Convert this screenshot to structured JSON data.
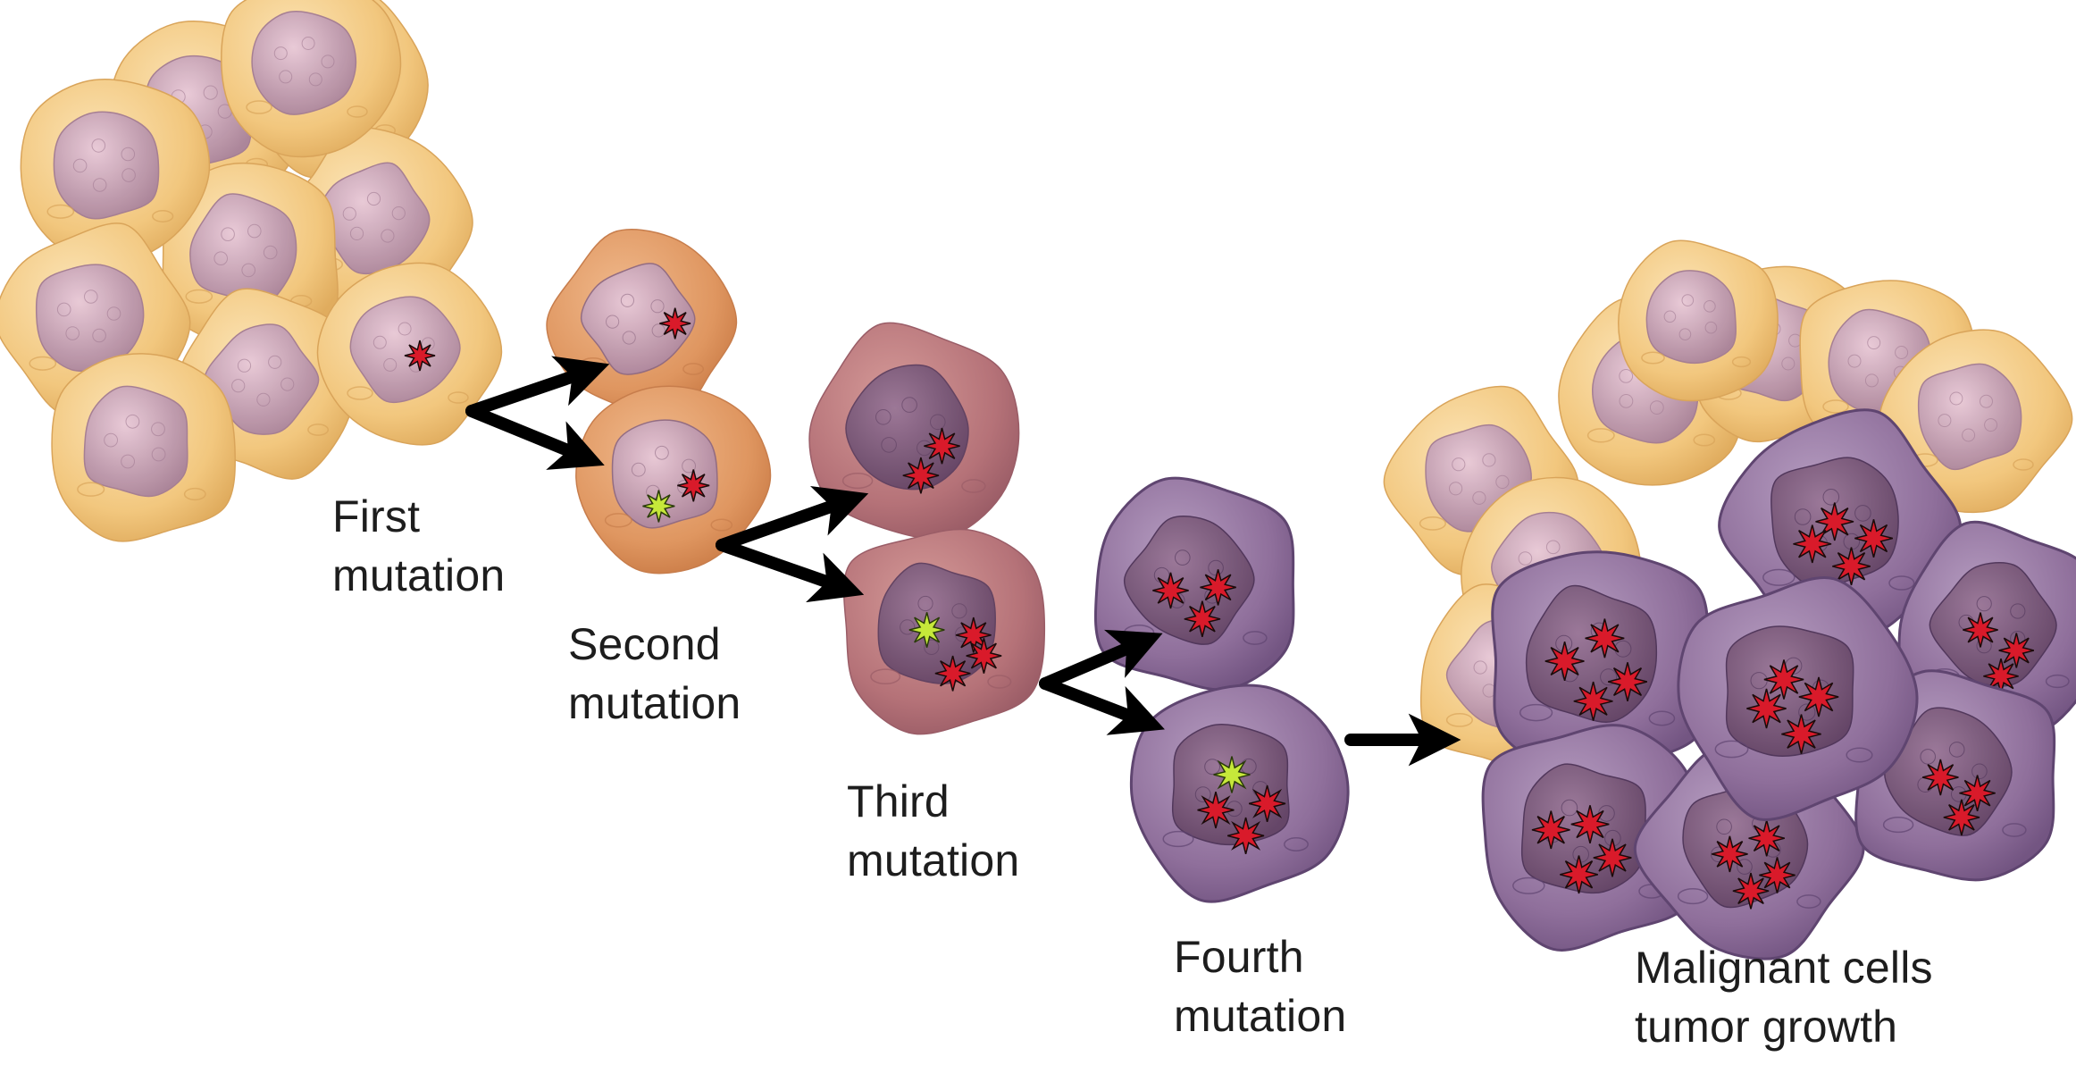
{
  "stages": [
    {
      "id": "first",
      "line1": "First",
      "line2": "mutation"
    },
    {
      "id": "second",
      "line1": "Second",
      "line2": "mutation"
    },
    {
      "id": "third",
      "line1": "Third",
      "line2": "mutation"
    },
    {
      "id": "fourth",
      "line1": "Fourth",
      "line2": "mutation"
    },
    {
      "id": "final",
      "line1": "Malignant cells",
      "line2": "tumor growth"
    }
  ],
  "colors": {
    "normal_cell": "#f2c77e",
    "normal_nucleus": "#b88696",
    "orange_cell": "#df9660",
    "mauve_cell": "#b57278",
    "purple_cell": "#8f6f9b",
    "mutation_red": "#d91a2a",
    "mutation_green": "#c6e83a",
    "arrow": "#000000"
  },
  "icons": [
    "cell-icon",
    "mutation-star-icon",
    "arrow-icon"
  ]
}
